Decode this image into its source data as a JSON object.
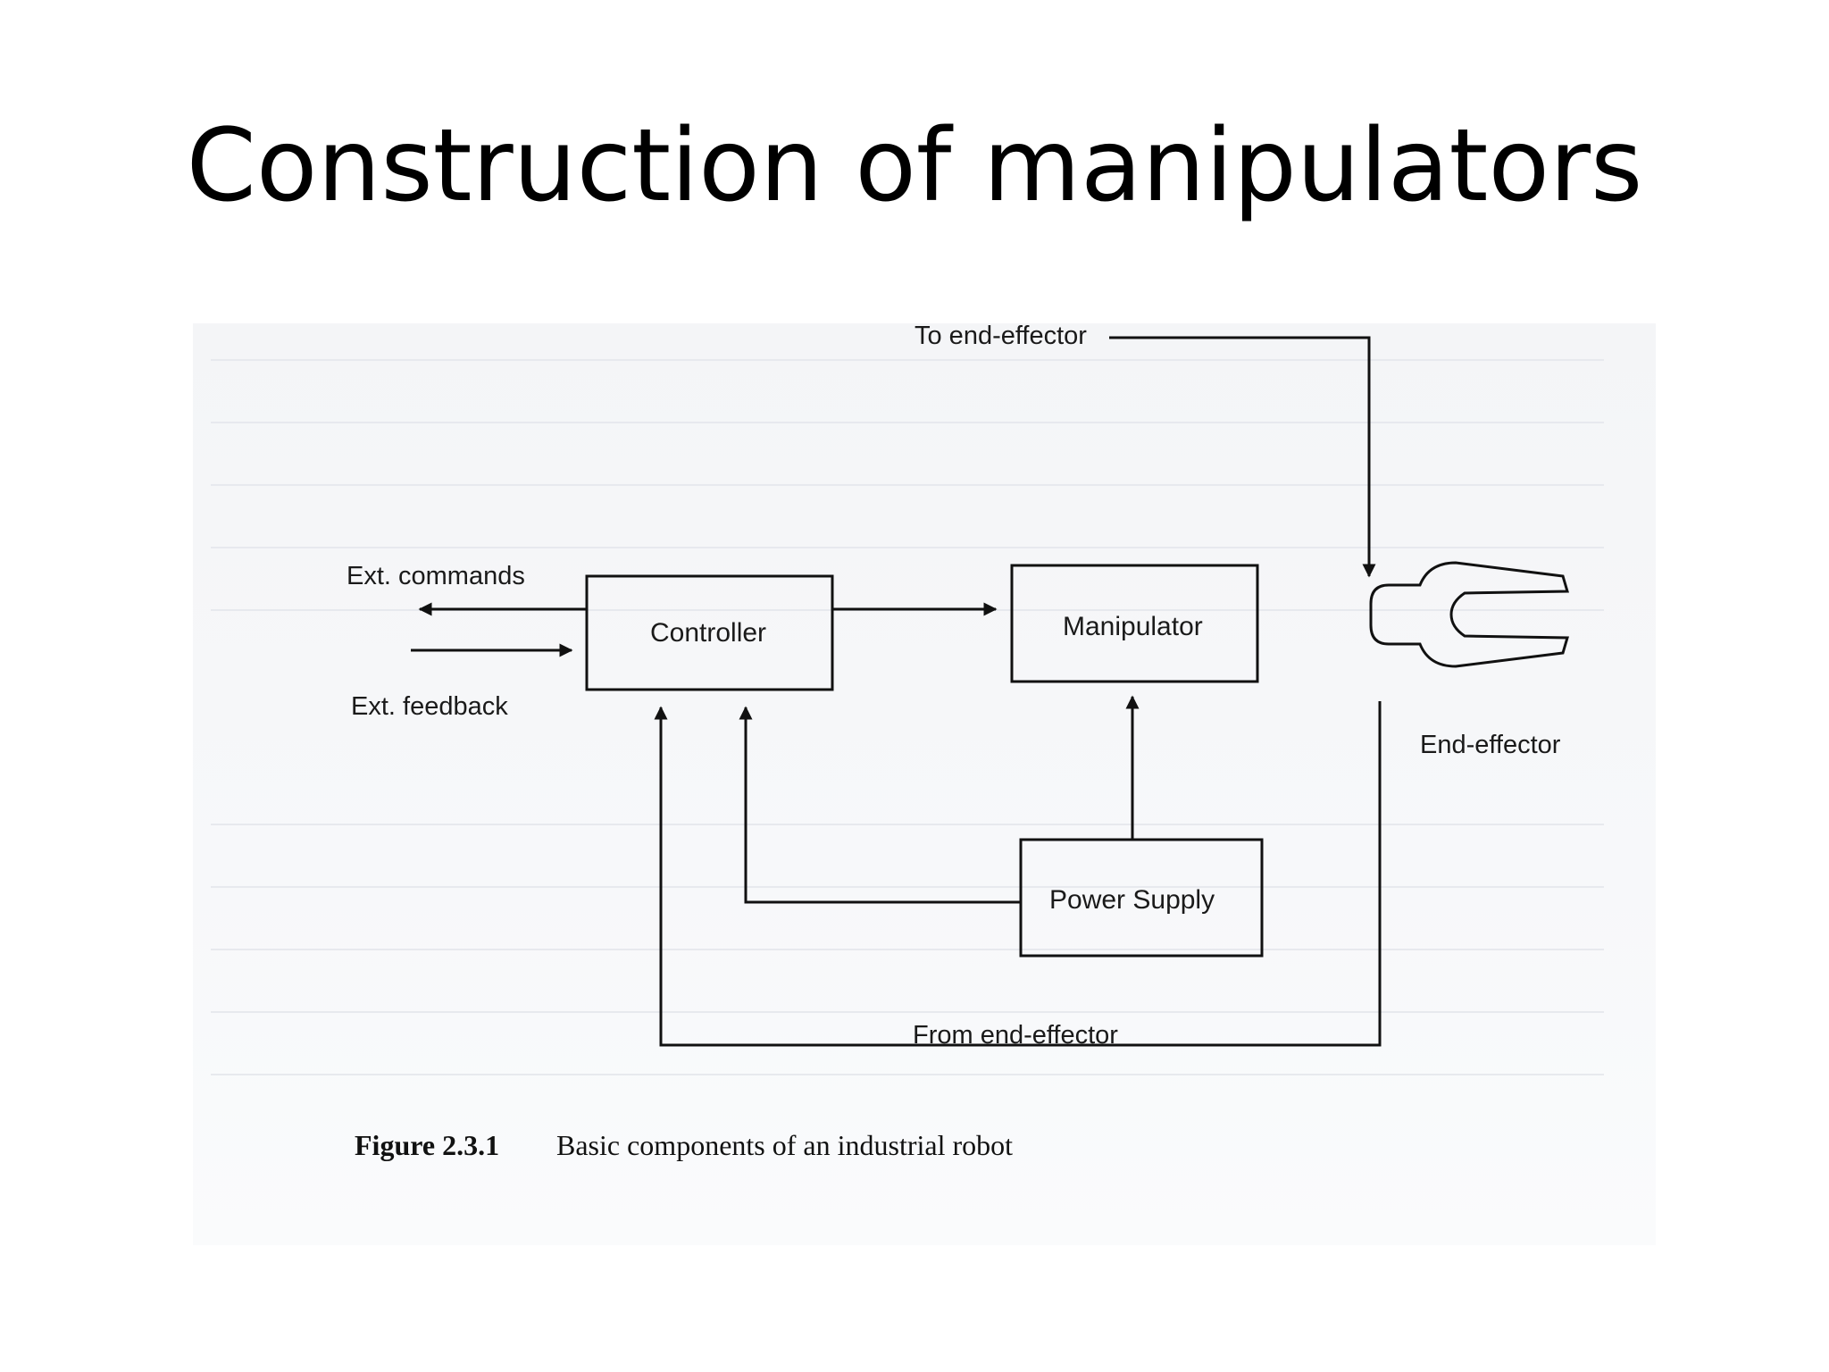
{
  "slide": {
    "title": "Construction of manipulators"
  },
  "diagram": {
    "blocks": {
      "controller": "Controller",
      "manipulator": "Manipulator",
      "power_supply": "Power Supply"
    },
    "labels": {
      "to_end_effector": "To end-effector",
      "from_end_effector": "From end-effector",
      "ext_commands": "Ext. commands",
      "ext_feedback": "Ext. feedback",
      "end_effector": "End-effector"
    },
    "caption": {
      "figure_number": "Figure 2.3.1",
      "text": "Basic components of an industrial robot"
    }
  }
}
